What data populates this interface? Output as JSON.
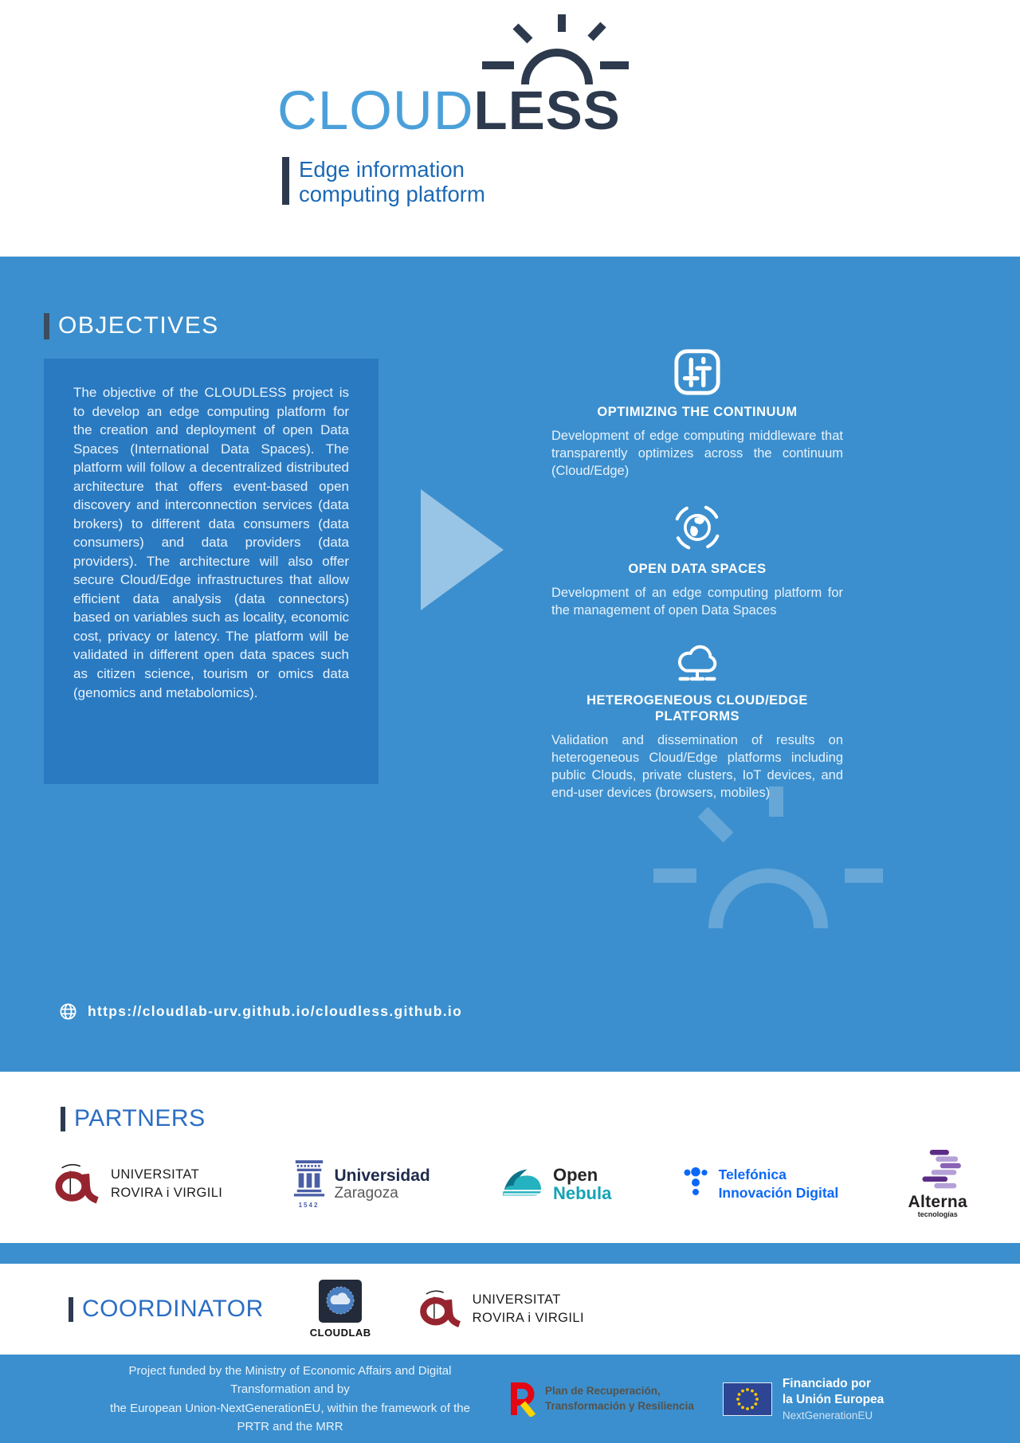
{
  "logo": {
    "word_part1": "CLOUD",
    "word_part2": "LESS",
    "tagline_line1": "Edge information",
    "tagline_line2": "computing platform"
  },
  "objectives": {
    "heading": "OBJECTIVES",
    "body": "The objective of the CLOUDLESS project is to develop an edge computing platform for the creation and deployment of open Data Spaces (International Data Spaces). The platform will follow a decentralized distributed architecture that offers event-based open discovery and interconnection services (data brokers) to different data consumers (data consumers) and data providers (data providers). The architecture will also offer secure Cloud/Edge infrastructures that allow efficient data analysis (data connectors) based on variables such as locality, economic cost, privacy or latency. The platform will be validated in different open data spaces such as citizen science, tourism or omics data (genomics and metabolomics).",
    "items": [
      {
        "icon": "sliders-icon",
        "title": "OPTIMIZING THE CONTINUUM",
        "description": "Development of edge computing middleware that transparently optimizes across the continuum (Cloud/Edge)"
      },
      {
        "icon": "globe-orbit-icon",
        "title": "OPEN DATA SPACES",
        "description": "Development of an edge computing platform for the management of open Data Spaces"
      },
      {
        "icon": "cloud-network-icon",
        "title": "HETEROGENEOUS CLOUD/EDGE PLATFORMS",
        "description": "Validation and dissemination of results on heterogeneous Cloud/Edge platforms including public Clouds, private clusters, IoT devices, and end-user devices (browsers, mobiles)"
      }
    ],
    "website_url": "https://cloudlab-urv.github.io/cloudless.github.io"
  },
  "partners": {
    "heading": "PARTNERS",
    "urv": {
      "name": "Universitat Rovira i Virgili",
      "line1": "UNIVERSITAT",
      "line2": "ROVIRA i VIRGILI"
    },
    "zaragoza": {
      "name": "Universidad Zaragoza",
      "line1": "Universidad",
      "line2": "Zaragoza",
      "year": "1542"
    },
    "opennebula": {
      "name": "OpenNebula",
      "line1": "Open",
      "line2": "Nebula"
    },
    "telefonica": {
      "name": "Telefónica Innovación Digital",
      "line1": "Telefónica",
      "line2": "Innovación Digital"
    },
    "alterna": {
      "name": "Alterna tecnologías",
      "line1": "Alterna",
      "line2": "tecnologías"
    }
  },
  "coordinator": {
    "heading": "COORDINATOR",
    "cloudlab_label": "CLOUDLAB",
    "urv_line1": "UNIVERSITAT",
    "urv_line2": "ROVIRA i VIRGILI"
  },
  "footer": {
    "funding_line1": "Project funded by the Ministry of Economic Affairs and Digital Transformation and by",
    "funding_line2": "the European Union-NextGenerationEU, within the framework of the PRTR and the MRR",
    "prtr_line1": "Plan de Recuperación,",
    "prtr_line2": "Transformación y Resiliencia",
    "eu_line1": "Financiado por",
    "eu_line2": "la Unión Europea",
    "eu_line3": "NextGenerationEU"
  },
  "colors": {
    "main_blue": "#3b8fce",
    "box_blue": "#2a7ac2",
    "logo_light_blue": "#4ba0da",
    "logo_navy": "#2d3a4d",
    "tagline_blue": "#1b69b5",
    "heading_blue": "#2b6ec4",
    "telefonica_blue": "#0b68f7",
    "opennebula_teal": "#16a3b5",
    "alterna_purple": "#5b2d86",
    "urv_red": "#96242f",
    "eu_flag_blue": "#2e4593",
    "eu_star_yellow": "#ffcc00"
  }
}
